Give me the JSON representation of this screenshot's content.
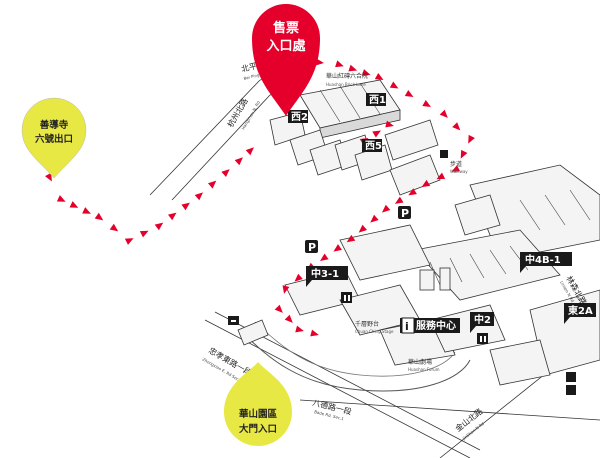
{
  "pins": {
    "ticket": {
      "line1": "售票",
      "line2": "入口處",
      "color": "#e4002b"
    },
    "shandao": {
      "line1": "善導寺",
      "line2": "六號出口",
      "color": "#e8e845"
    },
    "main_gate": {
      "line1": "華山園區",
      "line2": "大門入口",
      "color": "#e8e845"
    }
  },
  "zones": {
    "west1": "西1",
    "west2": "西2",
    "west5": "西5",
    "mid3_1": "中3-1",
    "mid4b_1": "中4B-1",
    "mid2": "中2",
    "east2a": "東2A",
    "service": "服務中心"
  },
  "roads": {
    "beiping_zh": "北平東路",
    "beiping_en": "Bei Ping E. Rd",
    "hangzhou_zh": "杭州北路",
    "hangzhou_en": "Hangzhou N. Rd",
    "zhongxiao_zh": "忠孝東路一段",
    "zhongxiao_en": "Zhongxiao E. Rd Sec.1",
    "bade_zh": "八德路一段",
    "bade_en": "Bade Rd. Sec.1",
    "jinshan_zh": "金山北路",
    "jinshan_en": "JinShan N Rd",
    "linsen_zh": "林森北路",
    "linsen_en": "Linsen N Rd"
  },
  "places": {
    "brick_lane_zh": "華山紅磚六合院",
    "brick_lane_en": "Huashan Brick Lane",
    "chuan_ching_zh": "千層野台",
    "chuan_ching_en": "Chuan Ching Stage",
    "forum_zh": "華山劇場",
    "forum_en": "Huashan Forum",
    "walkway_zh": "步道",
    "walkway_en": "Walkway"
  },
  "icons": {
    "parking": "P",
    "scooter_parking": "P",
    "info": "i",
    "restroom": "restroom-icon",
    "bus": "bus-icon",
    "ramp": "ramp-icon"
  },
  "colors": {
    "route_arrow": "#e4002b",
    "zone_label_bg": "#1a1a1a",
    "yellow_pin": "#e8e845",
    "red_pin": "#e4002b"
  }
}
